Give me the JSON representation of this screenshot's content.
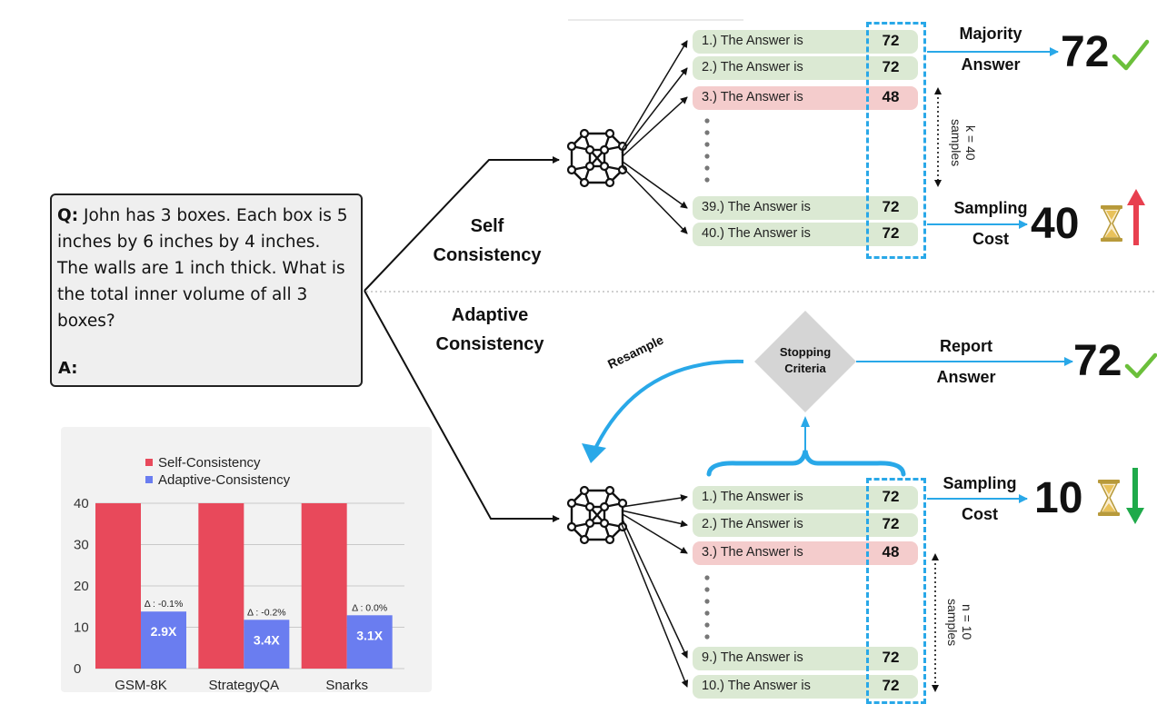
{
  "question": {
    "prefix": "Q:",
    "text": "John has 3 boxes.  Each box is 5 inches by 6 inches by 4 inches.  The walls are 1 inch thick. What is the total inner volume of all 3 boxes?",
    "answer_prefix": "A:"
  },
  "self_consistency": {
    "label_line1": "Self",
    "label_line2": "Consistency",
    "rows": [
      {
        "label": "1.) The Answer is",
        "value": "72",
        "status": "correct"
      },
      {
        "label": "2.) The Answer is",
        "value": "72",
        "status": "correct"
      },
      {
        "label": "3.) The Answer is",
        "value": "48",
        "status": "wrong"
      },
      {
        "label": "39.) The Answer is",
        "value": "72",
        "status": "correct"
      },
      {
        "label": "40.) The Answer is",
        "value": "72",
        "status": "correct"
      }
    ],
    "samples_label_line1": "k = 40",
    "samples_label_line2": "samples",
    "answer_label_line1": "Majority",
    "answer_label_line2": "Answer",
    "answer_value": "72",
    "cost_label_line1": "Sampling",
    "cost_label_line2": "Cost",
    "cost_value": "40",
    "cost_trend": "up",
    "check_icon": "check-icon",
    "hourglass_icon": "hourglass-icon"
  },
  "adaptive_consistency": {
    "label_line1": "Adaptive",
    "label_line2": "Consistency",
    "stopping_line1": "Stopping",
    "stopping_line2": "Criteria",
    "resample_label": "Resample",
    "report_line1": "Report",
    "report_line2": "Answer",
    "answer_value": "72",
    "rows": [
      {
        "label": "1.) The Answer is",
        "value": "72",
        "status": "correct"
      },
      {
        "label": "2.) The Answer is",
        "value": "72",
        "status": "correct"
      },
      {
        "label": "3.) The Answer is",
        "value": "48",
        "status": "wrong"
      },
      {
        "label": "9.) The Answer is",
        "value": "72",
        "status": "correct"
      },
      {
        "label": "10.) The Answer is",
        "value": "72",
        "status": "correct"
      }
    ],
    "samples_label_line1": "n = 10",
    "samples_label_line2": "samples",
    "cost_label_line1": "Sampling",
    "cost_label_line2": "Cost",
    "cost_value": "10",
    "cost_trend": "down"
  },
  "colors": {
    "correct_row": "#dbe9d3",
    "wrong_row": "#f4cccc",
    "dashed_box": "#29a8e8",
    "arrow_blue": "#29a8e8",
    "check_green": "#6bbf3b",
    "up_arrow_red": "#e8404f",
    "down_arrow_green": "#1faa4a",
    "self_consistency_bar": "#e8495b",
    "adaptive_consistency_bar": "#6a7df0",
    "decision_diamond": "#d5d5d5"
  },
  "chart_data": {
    "type": "bar",
    "categories": [
      "GSM-8K",
      "StrategyQA",
      "Snarks"
    ],
    "series": [
      {
        "name": "Self-Consistency",
        "values": [
          40,
          40,
          40
        ]
      },
      {
        "name": "Adaptive-Consistency",
        "values": [
          13.8,
          11.8,
          12.9
        ]
      }
    ],
    "bar_labels": [
      "2.9X",
      "3.4X",
      "3.1X"
    ],
    "delta_labels": [
      "Δ : -0.1%",
      "Δ : -0.2%",
      "Δ : 0.0%"
    ],
    "yticks": [
      "0",
      "10",
      "20",
      "30",
      "40"
    ],
    "ylim": [
      0,
      40
    ],
    "grid": true,
    "legend": "top"
  }
}
